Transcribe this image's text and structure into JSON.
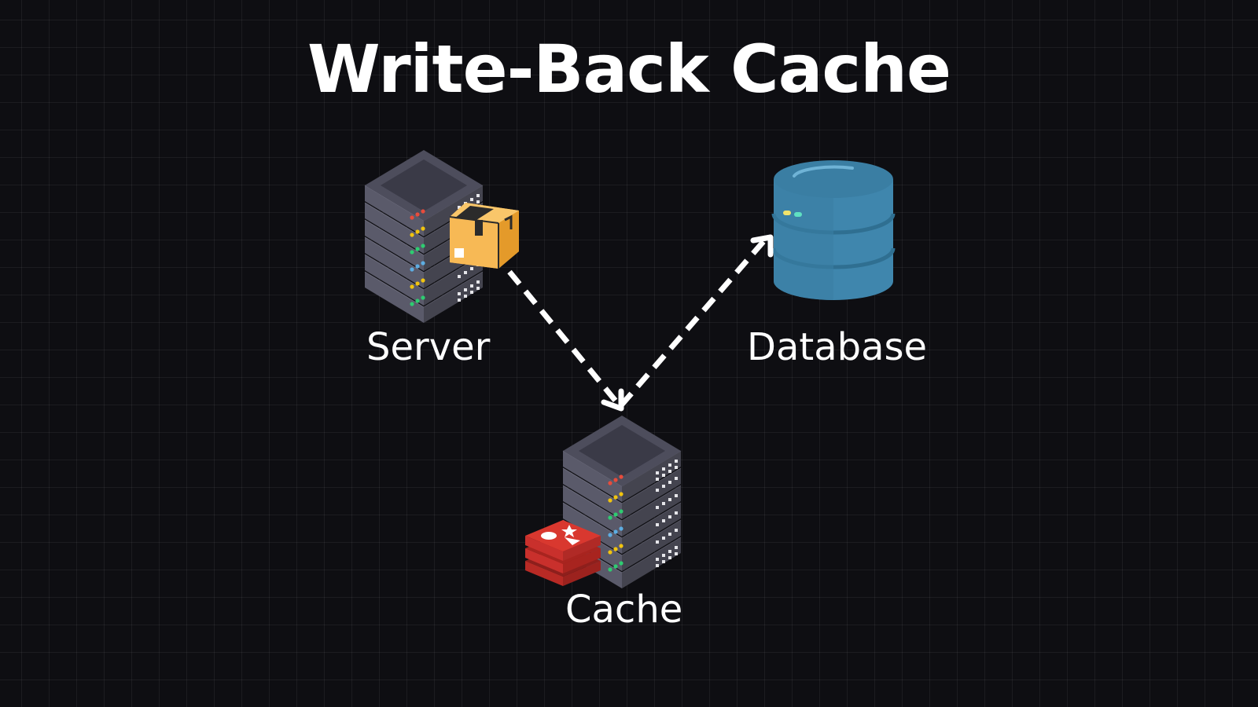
{
  "title": "Write-Back Cache",
  "nodes": {
    "server": {
      "label": "Server",
      "icon": "server-rack-icon"
    },
    "database": {
      "label": "Database",
      "icon": "database-cylinder-icon"
    },
    "cache": {
      "label": "Cache",
      "icon": "server-rack-icon"
    }
  },
  "icons": {
    "package": "package-box-icon",
    "redis": "redis-logo-icon"
  },
  "colors": {
    "background": "#0e0e12",
    "rack_top": "#4a4a5a",
    "rack_side": "#5b5b6b",
    "database": "#3f86ad",
    "package": "#f7b955",
    "redis": "#c9302c",
    "arrow": "#ffffff"
  }
}
